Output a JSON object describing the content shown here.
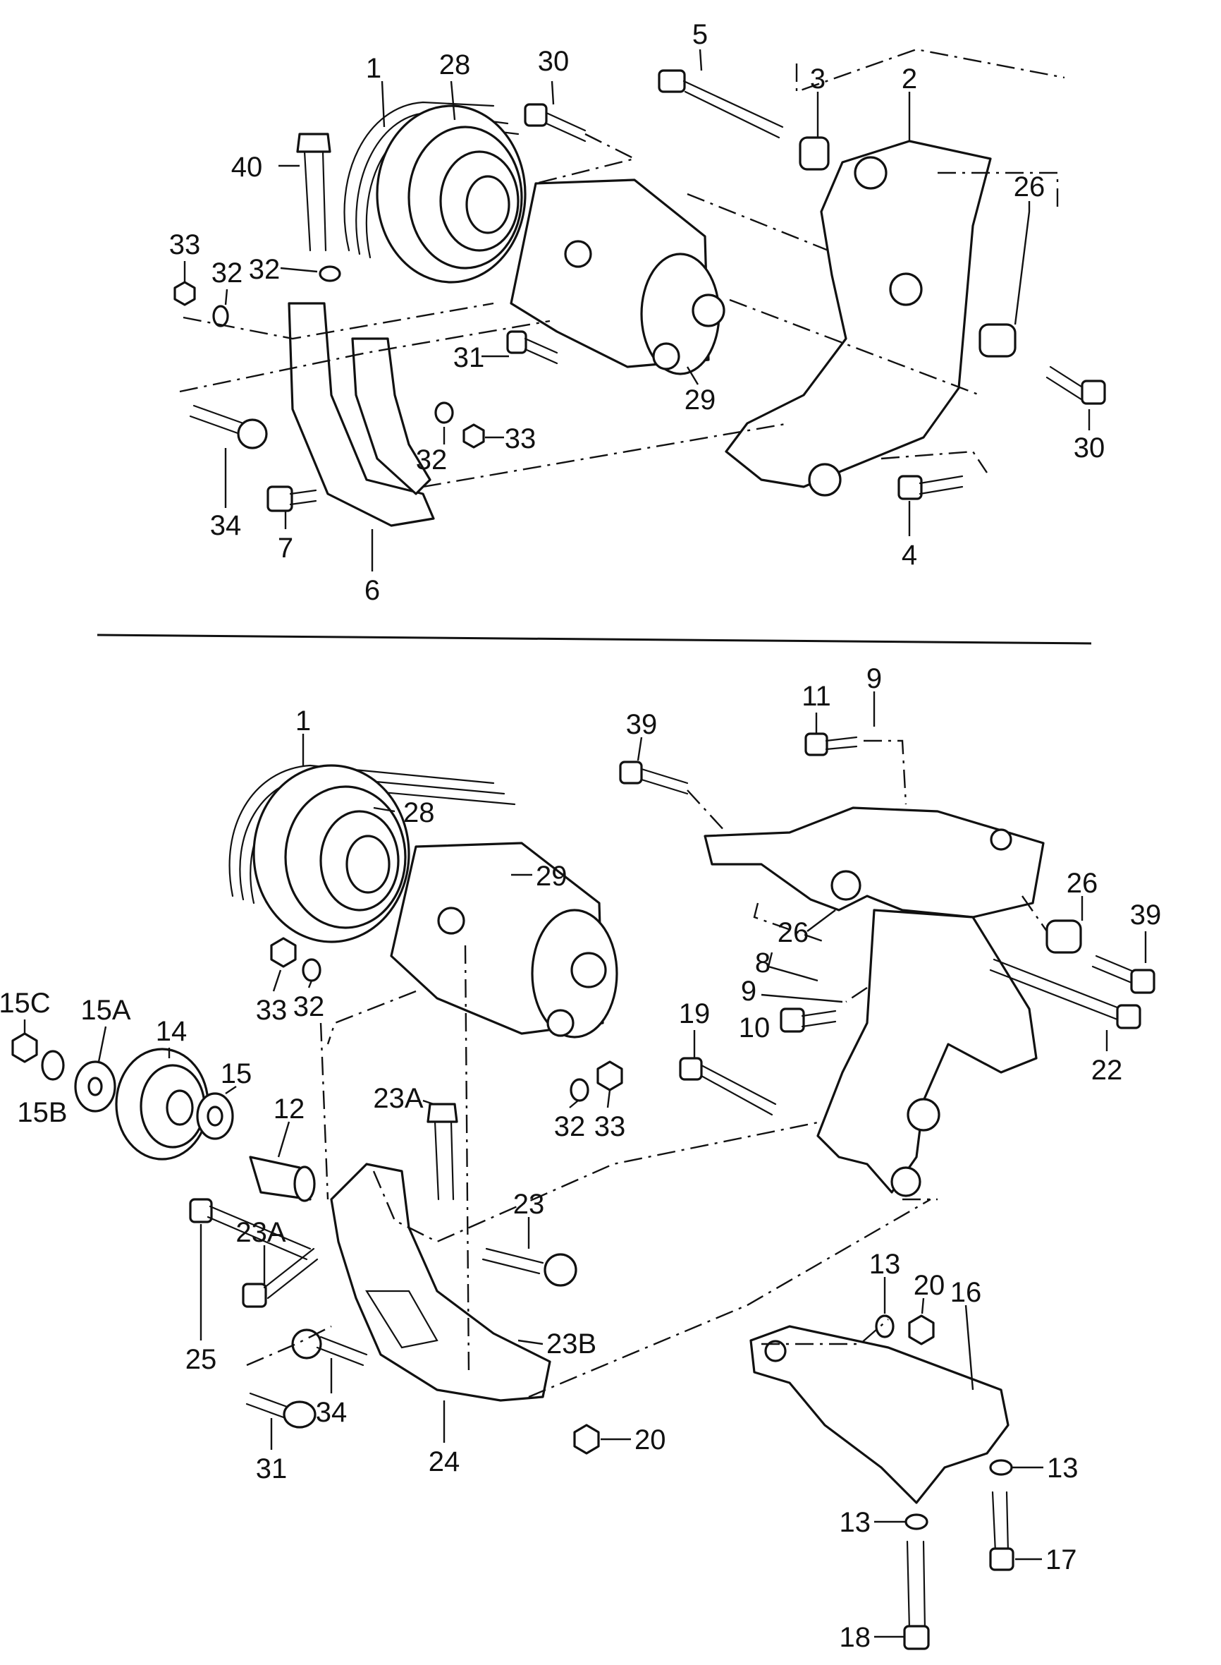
{
  "labels": {
    "top": {
      "p1": "1",
      "p28": "28",
      "p30a": "30",
      "p5": "5",
      "p3": "3",
      "p2": "2",
      "p26": "26",
      "p40": "40",
      "p33a": "33",
      "p32a": "32",
      "p32b": "32",
      "p31": "31",
      "p29": "29",
      "p32c": "32",
      "p33b": "33",
      "p30b": "30",
      "p34": "34",
      "p7": "7",
      "p6": "6",
      "p4": "4"
    },
    "bottom": {
      "p1": "1",
      "p28": "28",
      "p29": "29",
      "p39a": "39",
      "p11": "11",
      "p9a": "9",
      "p26a": "26",
      "p39b": "39",
      "p26b": "26",
      "p8": "8",
      "p9b": "9",
      "p10": "10",
      "p22": "22",
      "p19": "19",
      "p33a": "33",
      "p32a": "32",
      "p15c": "15C",
      "p15a": "15A",
      "p14": "14",
      "p15": "15",
      "p12": "12",
      "p15b": "15B",
      "p32b": "32",
      "p33b": "33",
      "p23a1": "23A",
      "p23a2": "23A",
      "p23": "23",
      "p23b": "23B",
      "p25": "25",
      "p34": "34",
      "p31": "31",
      "p24": "24",
      "p20a": "20",
      "p13a": "13",
      "p20b": "20",
      "p16": "16",
      "p13b": "13",
      "p13c": "13",
      "p17": "17",
      "p18": "18"
    }
  }
}
